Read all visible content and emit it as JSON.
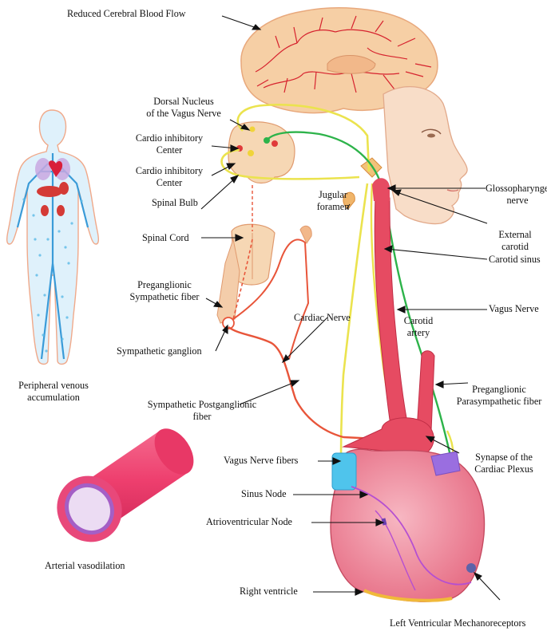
{
  "labels": {
    "reduced_cbf": "Reduced Cerebral Blood Flow",
    "dorsal_nucleus": [
      "Dorsal Nucleus",
      "of the Vagus Nerve"
    ],
    "cardio_inhib_1": [
      "Cardio inhibitory",
      "Center"
    ],
    "cardio_inhib_2": [
      "Cardio inhibitory",
      "Center"
    ],
    "spinal_bulb": "Spinal Bulb",
    "jugular_foramen": [
      "Jugular",
      "foramen"
    ],
    "spinal_cord": "Spinal Cord",
    "preganglionic_symp": [
      "Preganglionic",
      "Sympathetic fiber"
    ],
    "symp_ganglion": "Sympathetic ganglion",
    "cardiac_nerve": "Cardiac Nerve",
    "symp_postganglionic": [
      "Sympathetic Postganglionic",
      "fiber"
    ],
    "glossopharyngeal": [
      "Glossopharyngeal",
      "nerve"
    ],
    "external_carotid": [
      "External",
      "carotid"
    ],
    "carotid_sinus": "Carotid sinus",
    "vagus_nerve": "Vagus Nerve",
    "carotid_artery": [
      "Carotid",
      "artery"
    ],
    "preganglionic_parasymp": [
      "Preganglionic",
      "Parasympathetic fiber"
    ],
    "synapse_plexus": [
      "Synapse of the",
      "Cardiac Plexus"
    ],
    "vagus_fibers": "Vagus Nerve fibers",
    "sinus_node": "Sinus Node",
    "av_node": "Atrioventricular Node",
    "right_ventricle": "Right ventricle",
    "lv_mechano": "Left Ventricular Mechanoreceptors",
    "peripheral_venous": [
      "Peripheral venous",
      "accumulation"
    ],
    "arterial_vasodilation": "Arterial vasodilation"
  },
  "colors": {
    "artery": "#e0405a",
    "vagus_green": "#2db34a",
    "yellow_nerve": "#e9e24a",
    "sympathetic": "#e8553a",
    "vein_blue": "#4fb3e6",
    "skin": "#f7d9c4",
    "brain": "#f5caa0"
  }
}
